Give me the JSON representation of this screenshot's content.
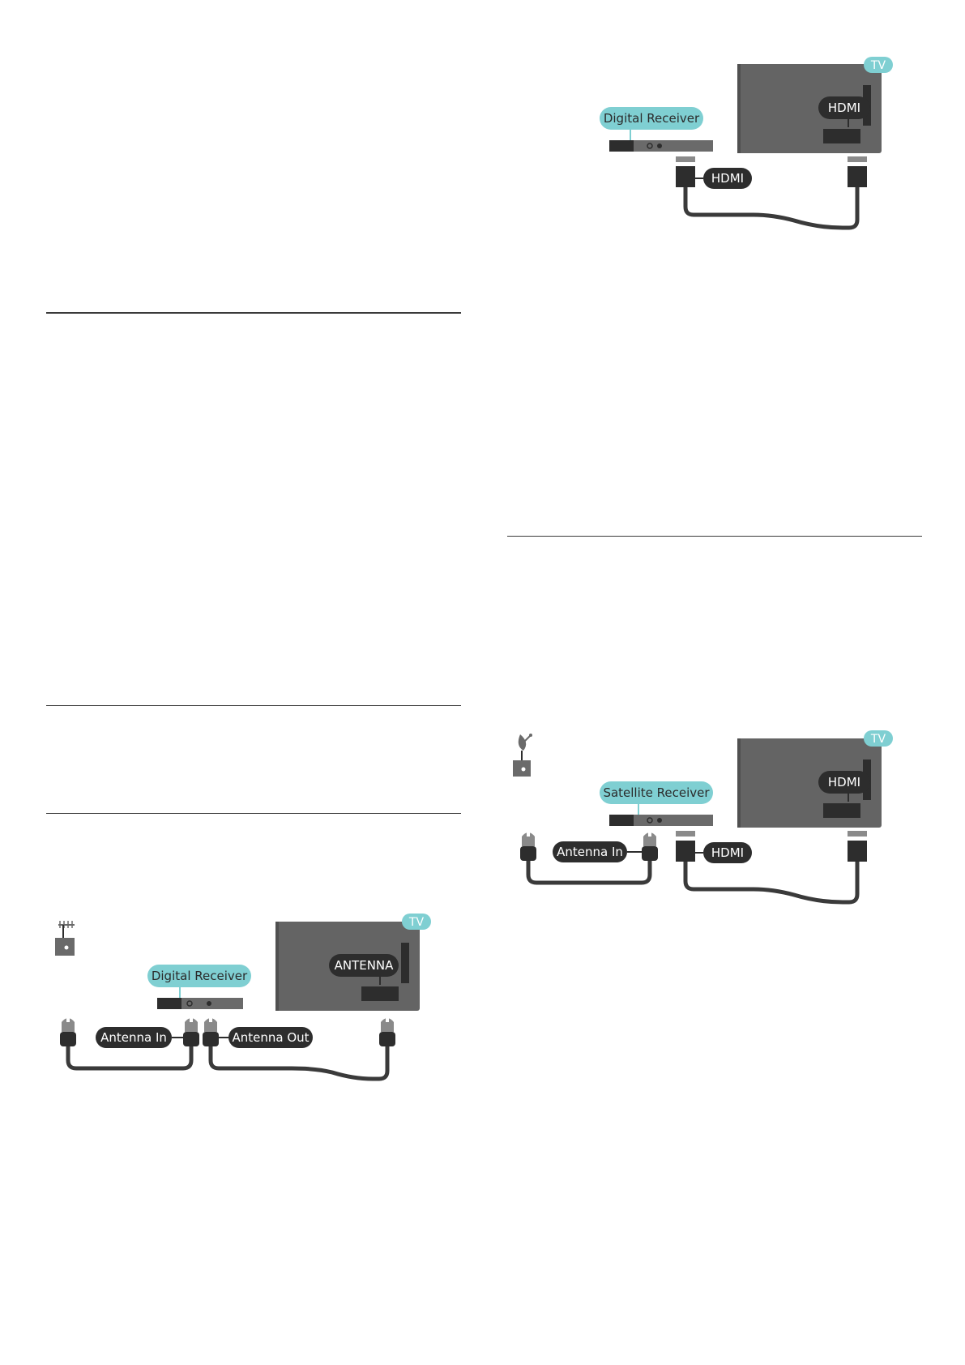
{
  "diagrams": {
    "antenna_digital": {
      "tv_badge": "TV",
      "tv_port": "ANTENNA",
      "device": "Digital Receiver",
      "cable_in": "Antenna In",
      "cable_out": "Antenna Out",
      "icon": "antenna-icon"
    },
    "hdmi_digital": {
      "tv_badge": "TV",
      "tv_port": "HDMI",
      "device": "Digital Receiver",
      "cable": "HDMI"
    },
    "satellite": {
      "tv_badge": "TV",
      "tv_port": "HDMI",
      "device": "Satellite Receiver",
      "cable_in": "Antenna In",
      "cable": "HDMI",
      "icon": "satellite-dish-icon"
    }
  },
  "colors": {
    "tv_body": "#646464",
    "teal": "#7fcfd2",
    "dark": "#2d2d2d",
    "receiver_grey": "#6a6a6a",
    "divider": "#3a3a3a"
  }
}
